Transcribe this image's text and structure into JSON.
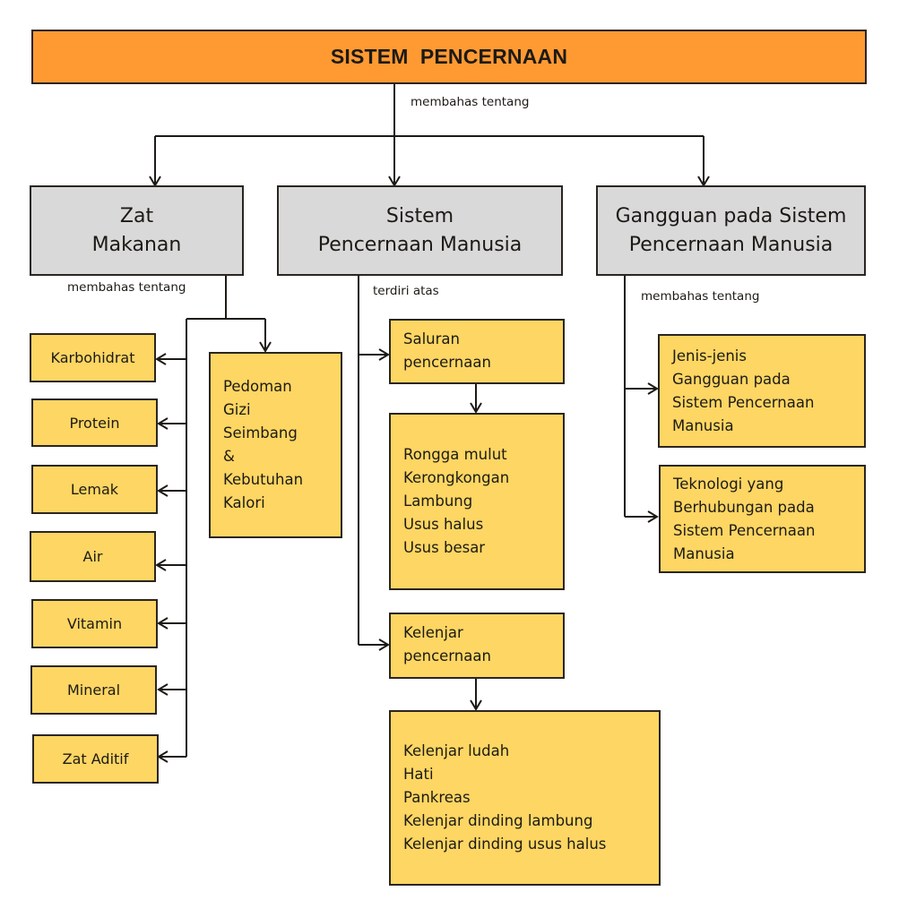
{
  "title": "SISTEM  PENCERNAAN",
  "edge_labels": {
    "root": "membahas tentang",
    "zat": "membahas tentang",
    "sistem": "terdiri atas",
    "gangguan": "membahas tentang"
  },
  "categories": [
    {
      "id": "zat",
      "lines": [
        "Zat",
        "Makanan"
      ]
    },
    {
      "id": "sistem",
      "lines": [
        "Sistem",
        "Pencernaan Manusia"
      ]
    },
    {
      "id": "gangguan",
      "lines": [
        "Gangguan pada Sistem",
        "Pencernaan Manusia"
      ]
    }
  ],
  "zat_makanan": {
    "items": [
      "Karbohidrat",
      "Protein",
      "Lemak",
      "Air",
      "Vitamin",
      "Mineral",
      "Zat Aditif"
    ],
    "pedoman": [
      "Pedoman",
      "Gizi",
      "Seimbang",
      "&",
      "Kebutuhan",
      "Kalori"
    ]
  },
  "sistem_pencernaan": {
    "saluran": {
      "label": [
        "Saluran",
        "pencernaan"
      ],
      "items": [
        "Rongga mulut",
        "Kerongkongan",
        "Lambung",
        "Usus halus",
        "Usus besar"
      ]
    },
    "kelenjar": {
      "label": [
        "Kelenjar",
        "pencernaan"
      ],
      "items": [
        "Kelenjar ludah",
        "Hati",
        "Pankreas",
        "Kelenjar dinding lambung",
        "Kelenjar dinding usus halus"
      ]
    }
  },
  "gangguan": {
    "items": [
      [
        "Jenis-jenis",
        "Gangguan pada",
        "Sistem Pencernaan",
        "Manusia"
      ],
      [
        "Teknologi yang",
        "Berhubungan pada",
        "Sistem Pencernaan",
        "Manusia"
      ]
    ]
  },
  "colors": {
    "header": "#ff9a33",
    "category": "#d9d9d9",
    "leaf": "#fdd663",
    "stroke": "#1d1a16"
  }
}
